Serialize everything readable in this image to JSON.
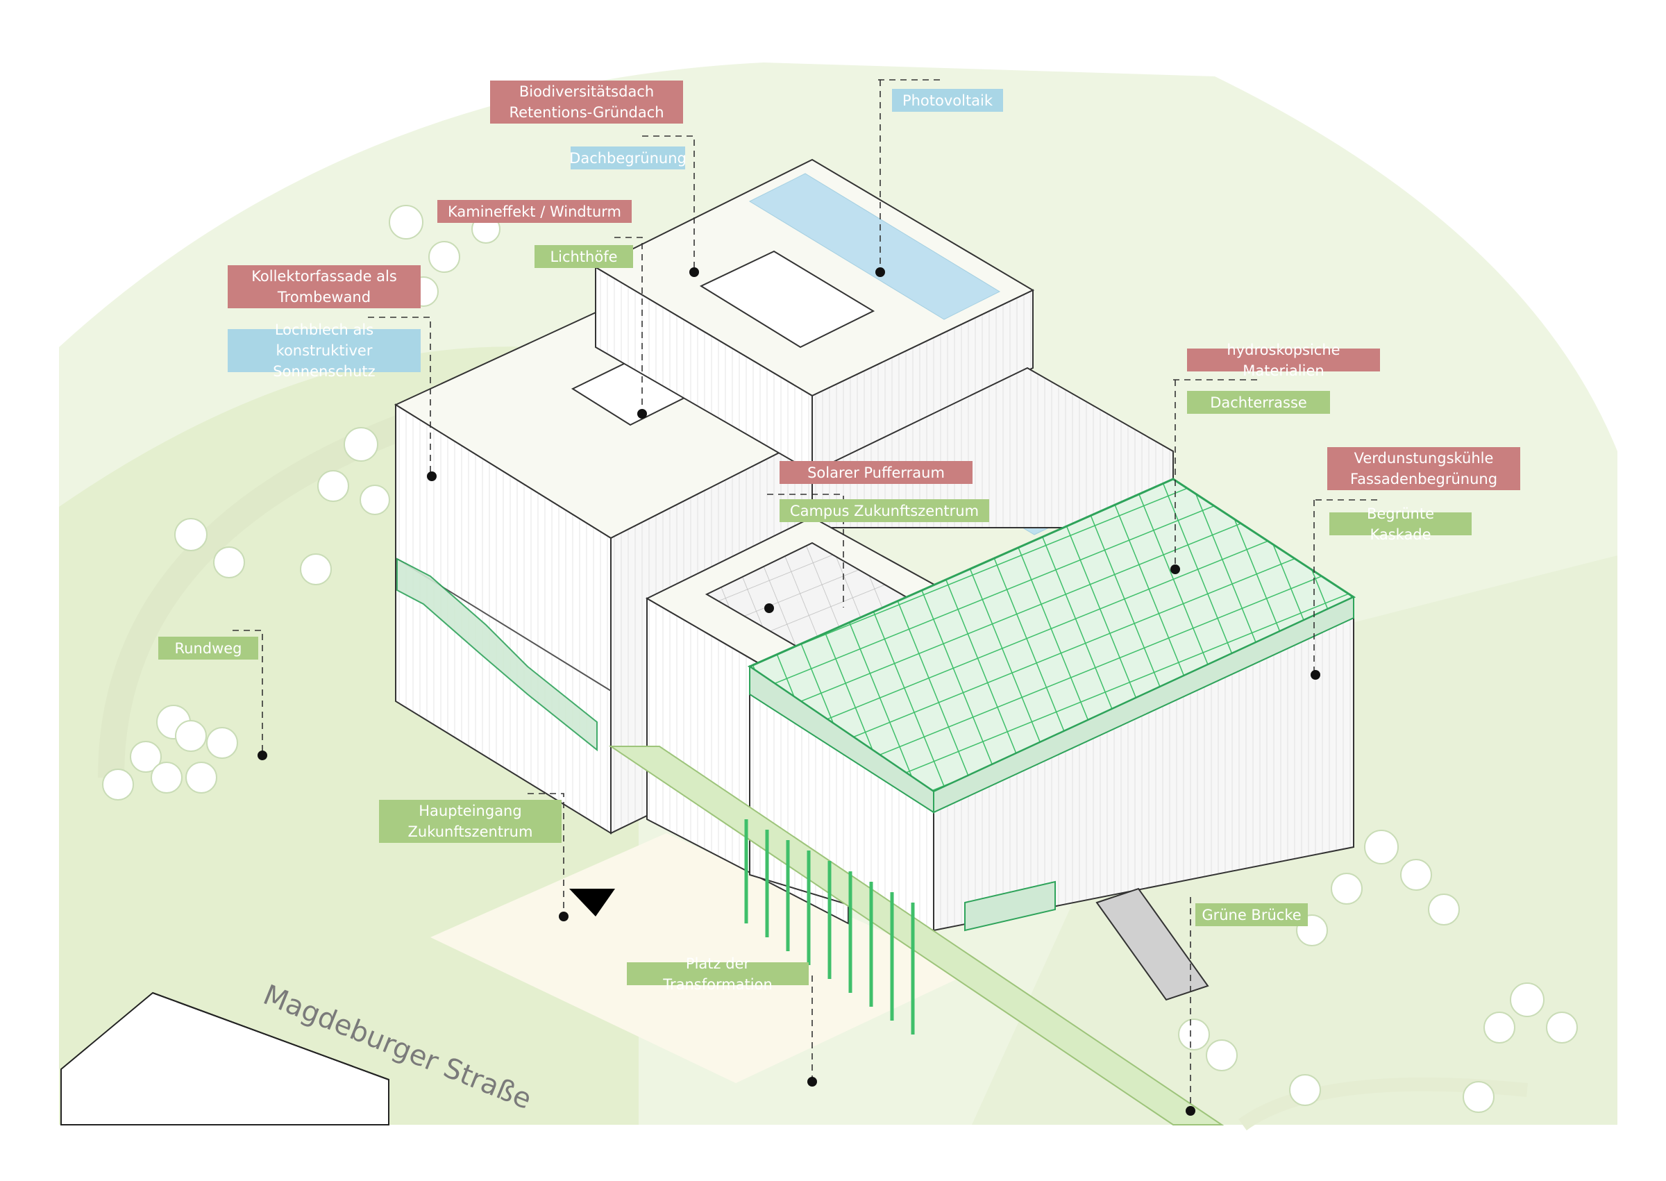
{
  "labels": {
    "biodiversitaetsdach": "Biodiversitätsdach\nRetentions-Gründach",
    "dachbegruenung": "Dachbegrünung",
    "photovoltaik": "Photovoltaik",
    "kamineffekt": "Kamineffekt / Windturm",
    "lichthoefe": "Lichthöfe",
    "kollektorfassade": "Kollektorfassade als\nTrombewand",
    "lochblech": "Lochblech als\nkonstruktiver Sonnenschutz",
    "hydroskopische": "hydroskopsiche Materialien",
    "dachterrasse": "Dachterrasse",
    "solarer_pufferraum": "Solarer Pufferraum",
    "campus": "Campus Zukunftszentrum",
    "verdunstung": "Verdunstungskühle\nFassadenbegrünung",
    "kaskade": "Begrünte Kaskade",
    "rundweg": "Rundweg",
    "haupteingang": "Haupteingang\nZukunftszentrum",
    "gruene_bruecke": "Grüne Brücke",
    "platz": "Platz der Transformation"
  },
  "street_name": "Magdeburger Straße",
  "colors": {
    "red_label": "#c97f7f",
    "blue_label": "#a9d6e6",
    "green_label": "#a8cc82",
    "park": "#e8f2d6",
    "trellis": "#3fbf6a",
    "photovoltaic": "#b9def0"
  }
}
